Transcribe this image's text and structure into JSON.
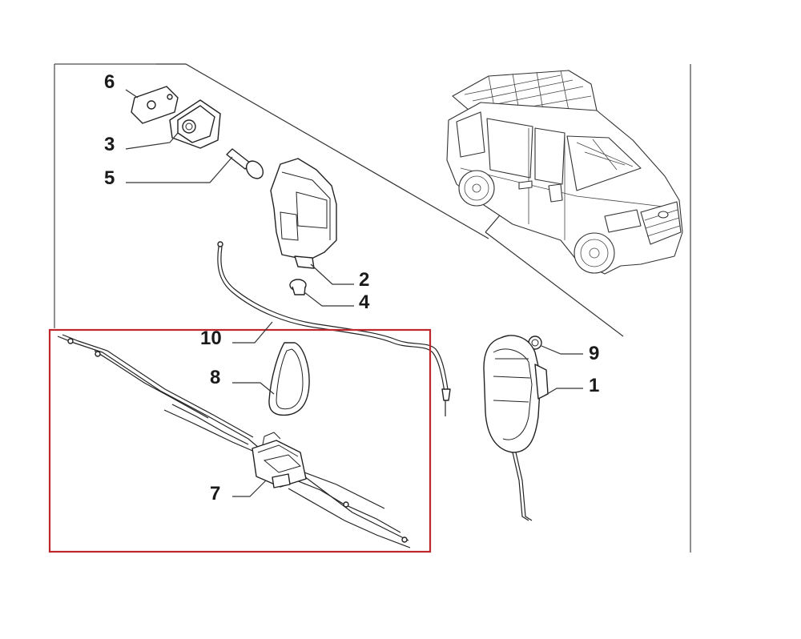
{
  "callouts": {
    "c1": "1",
    "c2": "2",
    "c3": "3",
    "c4": "4",
    "c5": "5",
    "c6": "6",
    "c7": "7",
    "c8": "8",
    "c9": "9",
    "c10": "10"
  },
  "highlight": {
    "color": "#c0272d"
  }
}
